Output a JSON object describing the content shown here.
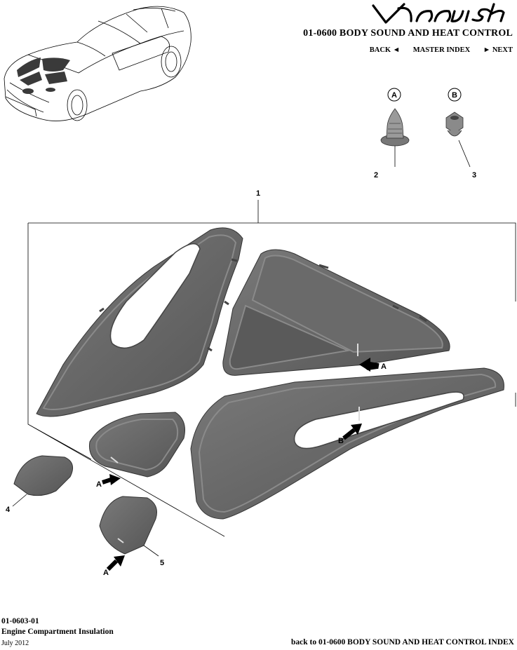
{
  "header": {
    "logo_text": "Vanquish",
    "section_title": "01-0600 BODY SOUND AND HEAT CONTROL",
    "nav": {
      "back": "BACK",
      "back_arrow": "◄",
      "master_index": "MASTER INDEX",
      "next_arrow": "►",
      "next": "NEXT"
    }
  },
  "fasteners": [
    {
      "letter": "A",
      "number": "2"
    },
    {
      "letter": "B",
      "number": "3"
    }
  ],
  "callouts": {
    "main_assembly": "1",
    "part_4": "4",
    "part_5": "5",
    "arrow_a_right": "A",
    "arrow_b_center": "B",
    "arrow_a_left": "A",
    "arrow_a_bottom": "A"
  },
  "footer": {
    "code": "01-0603-01",
    "name": "Engine Compartment Insulation",
    "date": "July 2012",
    "back_link": "back to 01-0600 BODY SOUND AND HEAT CONTROL INDEX"
  },
  "colors": {
    "panel_fill": "#5e5e5e",
    "panel_rim": "#8a8a8a",
    "line": "#000000"
  }
}
